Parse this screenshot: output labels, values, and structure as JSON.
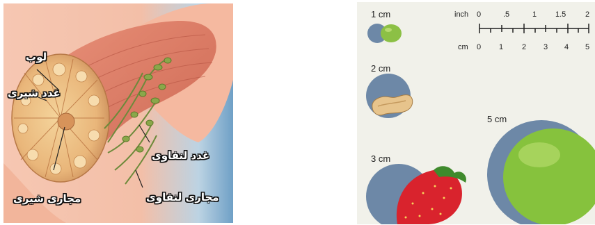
{
  "anatomy": {
    "labels": {
      "lobe": "لوب",
      "mammary_gland": "غدد شیری",
      "lymph_nodes": "غدد لنفاوی",
      "milk_ducts": "مجاری شیری",
      "lymph_ducts": "مجاری لنفاوی"
    }
  },
  "size_chart": {
    "size_labels": [
      "1 cm",
      "2 cm",
      "3 cm",
      "5 cm"
    ],
    "items": [
      "pea-icon",
      "peanut-icon",
      "strawberry-icon",
      "lime-icon"
    ],
    "ruler": {
      "inch_unit": "inch",
      "inch_ticks": [
        "0",
        ".5",
        "1",
        "1.5",
        "2"
      ],
      "cm_unit": "cm",
      "cm_ticks": [
        "0",
        "1",
        "2",
        "3",
        "4",
        "5"
      ]
    },
    "colors": {
      "background": "#f1f1ea",
      "circle": "#6d88a7",
      "pea": "#8cc045",
      "lime": "#86c23d",
      "strawberry": "#d9232d"
    }
  }
}
